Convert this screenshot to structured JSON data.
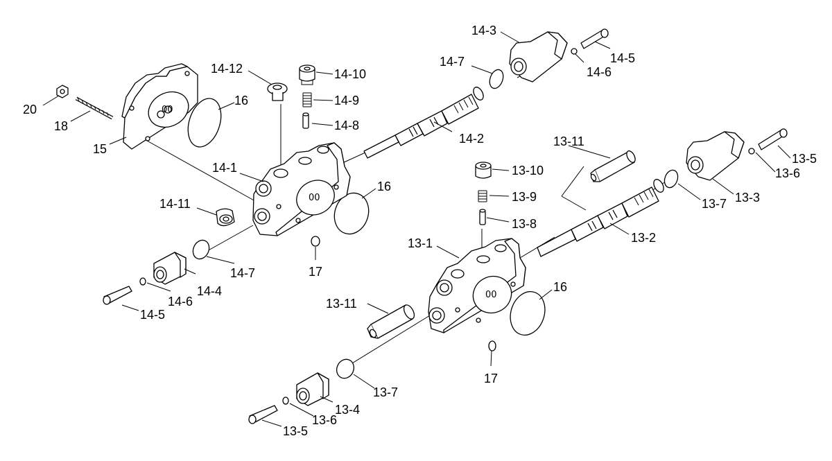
{
  "callouts": {
    "c20": "20",
    "c18": "18",
    "c15": "15",
    "c16a": "16",
    "c16b": "16",
    "c16c": "16",
    "c17a": "17",
    "c17b": "17",
    "c14_1": "14-1",
    "c14_2": "14-2",
    "c14_3": "14-3",
    "c14_4": "14-4",
    "c14_5a": "14-5",
    "c14_5b": "14-5",
    "c14_6a": "14-6",
    "c14_6b": "14-6",
    "c14_7a": "14-7",
    "c14_7b": "14-7",
    "c14_8": "14-8",
    "c14_9": "14-9",
    "c14_10": "14-10",
    "c14_11": "14-11",
    "c14_12": "14-12",
    "c13_1": "13-1",
    "c13_2": "13-2",
    "c13_3": "13-3",
    "c13_4": "13-4",
    "c13_5a": "13-5",
    "c13_5b": "13-5",
    "c13_6a": "13-6",
    "c13_6b": "13-6",
    "c13_7a": "13-7",
    "c13_7b": "13-7",
    "c13_8": "13-8",
    "c13_9": "13-9",
    "c13_10": "13-10",
    "c13_11a": "13-11",
    "c13_11b": "13-11"
  },
  "body_marks": {
    "m15": "00",
    "m14": "00",
    "m13": "00"
  }
}
